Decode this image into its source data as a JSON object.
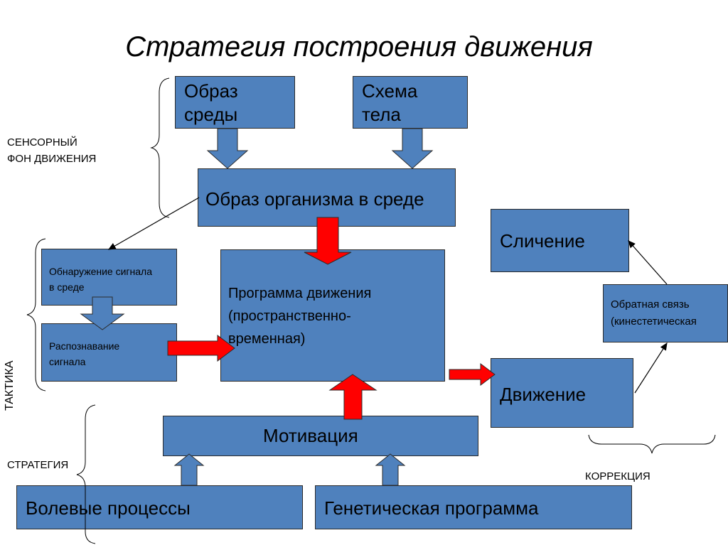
{
  "title": "Стратегия построения движения",
  "boxes": {
    "env_image": "Образ\nсреды",
    "body_schema": "Схема\n тела",
    "organism_image": "Образ организма в среде",
    "signal_detection": "Обнаружение сигнала\nв среде",
    "signal_recognition": "Распознавание\n сигнала",
    "program": "Программа движения\n(пространственно-\nвременная)",
    "comparison": "Сличение",
    "feedback": "Обратная связь\n(кинестетическая",
    "movement": "Движение",
    "motivation": "Мотивация",
    "volitional": "Волевые процессы",
    "genetic": "Генетическая программа"
  },
  "labels": {
    "sensory_bg": "СЕНСОРНЫЙ\nФОН ДВИЖЕНИЯ",
    "tactics": "ТАКТИКА",
    "strategy": "СТРАТЕГИЯ",
    "correction": "КОРРЕКЦИЯ"
  },
  "colors": {
    "box_fill": "#4f81bd",
    "hollow_arrow": "#4f81bd",
    "red_arrow": "#ff0000"
  }
}
